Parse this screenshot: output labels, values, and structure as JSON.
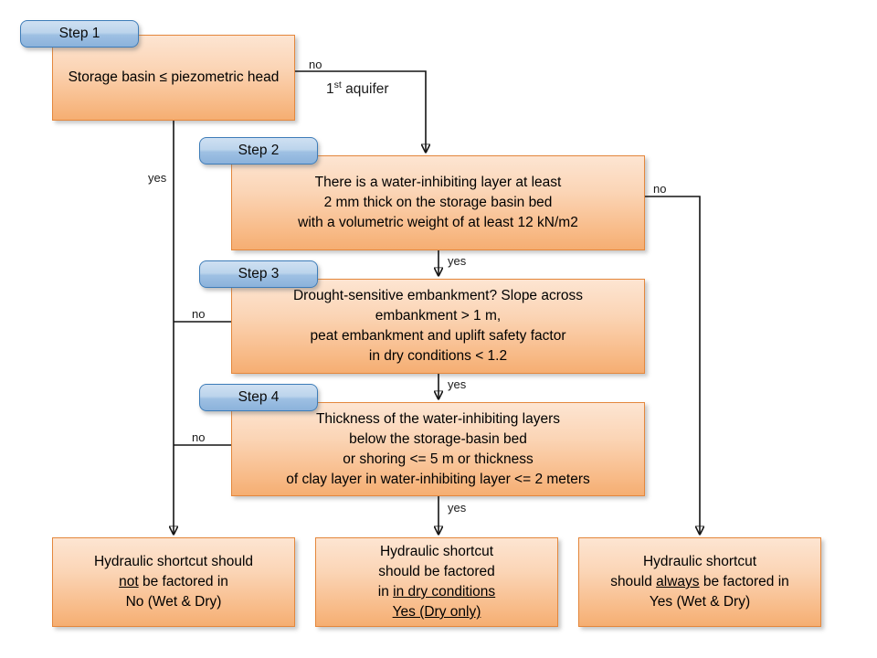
{
  "diagram": {
    "title": "Hydraulic shortcut decision flowchart",
    "colors": {
      "box_fill_top": "#FDE5D2",
      "box_fill_bottom": "#F5AE72",
      "box_border": "#E4873C",
      "badge_fill_top": "#CFE0F2",
      "badge_fill_bottom": "#8BB2DB",
      "badge_border": "#3D7CB8",
      "connector": "#141414",
      "background": "#FFFFFF"
    }
  },
  "badges": [
    {
      "label": "Step 1"
    },
    {
      "label": "Step 2"
    },
    {
      "label": "Step 3"
    },
    {
      "label": "Step 4"
    }
  ],
  "decisions": [
    {
      "id": "step1",
      "step": "Step 1",
      "lines": [
        "Storage basin ≤ piezometric head"
      ]
    },
    {
      "id": "step2",
      "step": "Step 2",
      "lines": [
        "There is a water-inhibiting layer at least",
        "2 mm thick on the storage basin bed",
        "with a volumetric weight of at least 12 kN/m2"
      ]
    },
    {
      "id": "step3",
      "step": "Step 3",
      "lines": [
        "Drought-sensitive embankment? Slope across",
        "embankment > 1 m,",
        "peat embankment and uplift safety factor",
        "in dry conditions < 1.2"
      ]
    },
    {
      "id": "step4",
      "step": "Step 4",
      "lines": [
        "Thickness of the water-inhibiting layers",
        "below the storage-basin bed",
        "or shoring <= 5 m or thickness",
        "of clay layer in water-inhibiting layer <= 2 meters"
      ]
    }
  ],
  "outcomes": {
    "left": {
      "line1": "Hydraulic shortcut should",
      "line2_underline": "not",
      "line2_rest": " be factored in",
      "line3": "No (Wet & Dry)"
    },
    "middle": {
      "line1": "Hydraulic shortcut",
      "line2": "should be factored",
      "line3_prefix": "in ",
      "line3_underline": "in dry conditions",
      "line4_underline": "Yes (Dry only)"
    },
    "right": {
      "line1": "Hydraulic shortcut",
      "line2_prefix": "should ",
      "line2_underline": "always",
      "line2_suffix": " be factored in",
      "line3": "Yes (Wet & Dry)"
    }
  },
  "edge_labels": {
    "step1_no": "no",
    "step1_no_note_pre": "1",
    "step1_no_note_sup": "st",
    "step1_no_note_post": " aquifer",
    "step1_yes": "yes",
    "step2_no": "no",
    "step2_yes": "yes",
    "step3_no": "no",
    "step3_yes": "yes",
    "step4_no": "no",
    "step4_yes": "yes"
  }
}
